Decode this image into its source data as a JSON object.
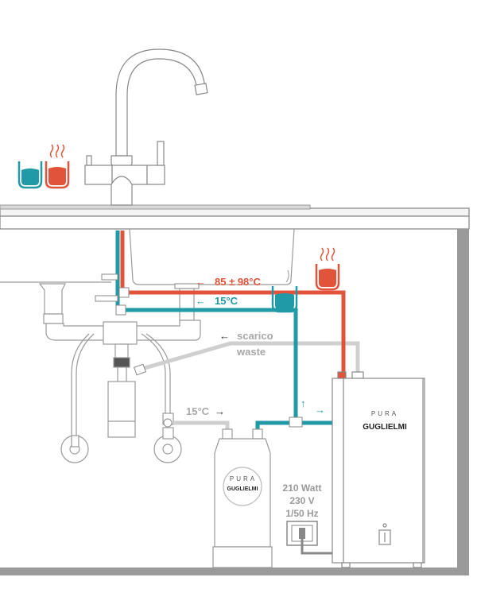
{
  "diagram": {
    "colors": {
      "hot": "#e2533b",
      "cold": "#1f9aa6",
      "waste": "#cfcfcf",
      "outline": "#8a8a8a",
      "cabinet": "#8c8c8c"
    },
    "labels": {
      "hot_temp": "85 ± 98°C",
      "cold_temp": "15°C",
      "waste_it": "scarico",
      "waste_en": "waste",
      "inlet_temp": "15°C"
    },
    "power": {
      "watt": "210 Watt",
      "volt": "230 V",
      "freq": "1/50 Hz"
    },
    "boiler": {
      "brand_top": "PURA",
      "brand_main": "GUGLIELMI"
    },
    "filter": {
      "brand_top": "PURA",
      "brand_main": "GUGLIELMI"
    },
    "icons": {
      "cold_cup": "cold-water-cup-icon",
      "hot_cup": "hot-water-cup-icon",
      "arrow_left": "←",
      "arrow_right": "→",
      "arrow_up": "↑"
    }
  }
}
